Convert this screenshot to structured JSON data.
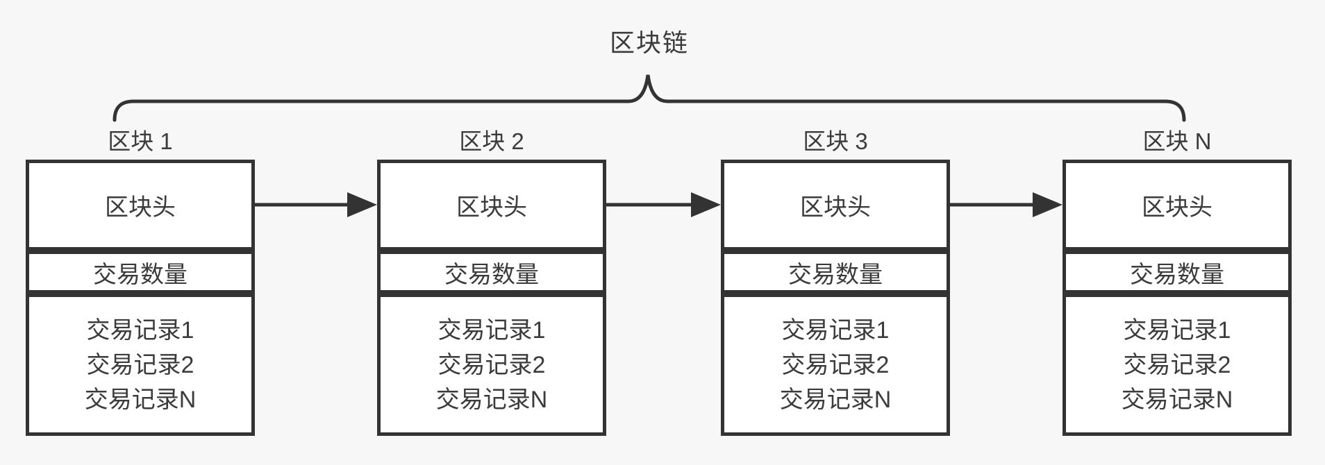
{
  "diagram": {
    "title": "区块链",
    "blocks": [
      {
        "label": "区块 1",
        "header": "区块头",
        "tx_count": "交易数量",
        "records": [
          "交易记录1",
          "交易记录2",
          "交易记录N"
        ]
      },
      {
        "label": "区块 2",
        "header": "区块头",
        "tx_count": "交易数量",
        "records": [
          "交易记录1",
          "交易记录2",
          "交易记录N"
        ]
      },
      {
        "label": "区块 3",
        "header": "区块头",
        "tx_count": "交易数量",
        "records": [
          "交易记录1",
          "交易记录2",
          "交易记录N"
        ]
      },
      {
        "label": "区块 N",
        "header": "区块头",
        "tx_count": "交易数量",
        "records": [
          "交易记录1",
          "交易记录2",
          "交易记录N"
        ]
      }
    ],
    "colors": {
      "line": "#333333",
      "text": "#3b3b3b",
      "background": "#f7f7f8",
      "box_fill": "#ffffff"
    }
  }
}
